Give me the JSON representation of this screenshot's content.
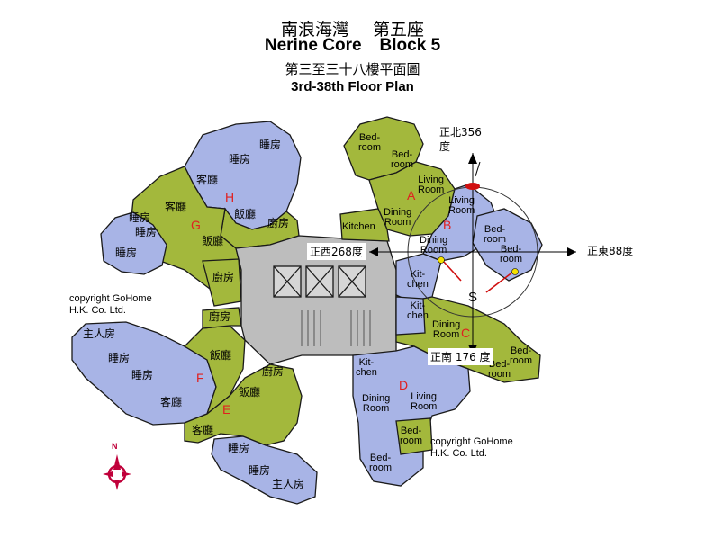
{
  "header": {
    "estate_zh": "南浪海灣",
    "block_zh": "第五座",
    "estate_en": "Nerine Core",
    "block_en": "Block 5",
    "floor_zh": "第三至三十八樓平面圖",
    "floor_en": "3rd-38th Floor Plan"
  },
  "orientation": {
    "north": "正北356",
    "north_deg": "度",
    "east": "正東88度",
    "west": "正西268度",
    "south": "正南 176  度",
    "s_mark": "S",
    "compass_n": "N"
  },
  "copyright": {
    "left_1": "copyright GoHome",
    "left_2": "H.K. Co. Ltd.",
    "right_1": "copyright GoHome",
    "right_2": "H.K. Co. Ltd."
  },
  "units": [
    "A",
    "B",
    "C",
    "D",
    "E",
    "F",
    "G",
    "H"
  ],
  "rooms_en": {
    "bed": "Bed-",
    "room": "room",
    "living": "Living",
    "dining": "Dining",
    "roomcap": "Room",
    "kitchen": "Kitchen",
    "kit": "Kit-",
    "chen": "chen"
  },
  "rooms_zh": {
    "bedroom": "睡房",
    "master": "主人房",
    "living": "客廳",
    "dining": "飯廳",
    "kitchen": "廚房"
  },
  "colors": {
    "blue_room": "#a8b4e6",
    "green_room": "#a3b83c",
    "lobby": "#bdbdbd",
    "outline": "#1a1a1a",
    "unit_label": "#e02020",
    "compass": "#c0003a"
  }
}
